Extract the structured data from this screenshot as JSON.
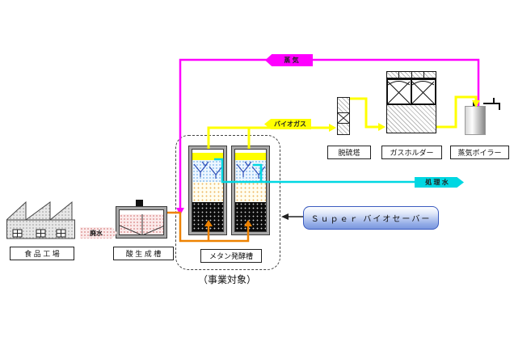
{
  "diagram": {
    "scope_note": "（事業対象）",
    "nodes": {
      "factory": {
        "label": "食 品 工 場"
      },
      "acid_tank": {
        "label": "酸 生 成 槽"
      },
      "methane_tank": {
        "label": "メタン発酵槽"
      },
      "desulfurizer": {
        "label": "脱硫塔"
      },
      "gas_holder": {
        "label": "ガスホルダー"
      },
      "steam_boiler": {
        "label": "蒸気ボイラー"
      },
      "super_biosaver": {
        "label": "Ｓｕｐｅｒ バイオセーバー"
      }
    },
    "flows": {
      "wastewater": {
        "label": "廃水",
        "color": "#f2c2c2"
      },
      "steam": {
        "label": "蒸 気",
        "color": "#ff00ff"
      },
      "biogas": {
        "label": "バイオガス",
        "color": "#ffff00"
      },
      "treated_water": {
        "label": "処 理 水",
        "color": "#00d7e2"
      },
      "feed": {
        "label": "",
        "color": "#ee8200"
      }
    }
  }
}
